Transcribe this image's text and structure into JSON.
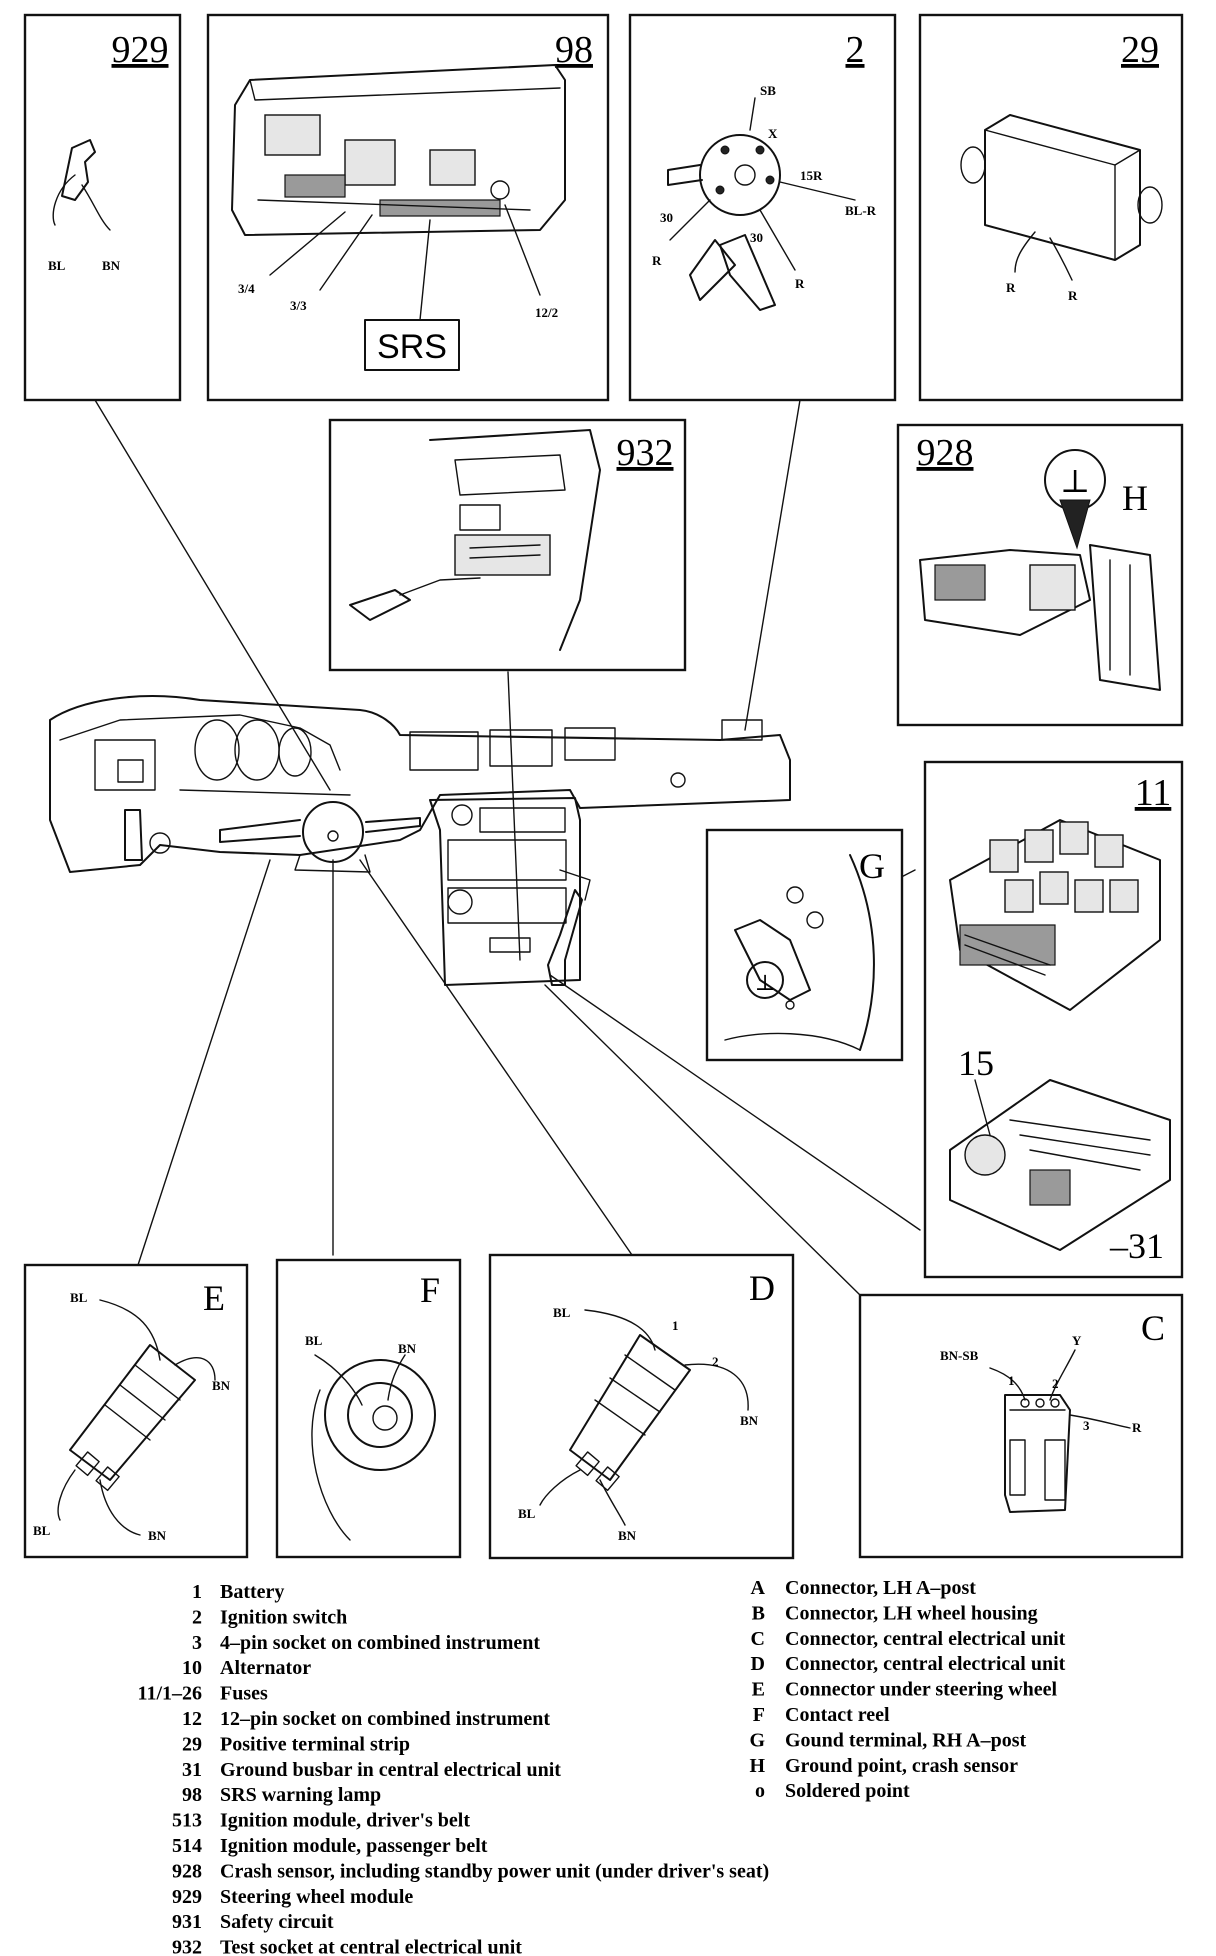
{
  "panels": {
    "p929": {
      "number": "929",
      "wires": [
        "BL",
        "BN"
      ]
    },
    "p98": {
      "number": "98",
      "pins": [
        "3/4",
        "3/3",
        "12/2"
      ],
      "box_label": "SRS"
    },
    "p2": {
      "number": "2",
      "labels": [
        "SB",
        "X",
        "15R",
        "BL-R",
        "30",
        "R",
        "30",
        "R"
      ]
    },
    "p29": {
      "number": "29",
      "wires": [
        "R",
        "R"
      ]
    },
    "p932": {
      "number": "932"
    },
    "p928": {
      "number": "928",
      "ground_label": "H",
      "ground_symbol": "⊥"
    },
    "p11": {
      "number": "11",
      "sub_number": "15",
      "busbar": "–31"
    },
    "pG": {
      "letter": "G",
      "ground_symbol": "⊥"
    },
    "pE": {
      "letter": "E",
      "wires": [
        "BL",
        "BN",
        "BL",
        "BN"
      ]
    },
    "pF": {
      "letter": "F",
      "wires": [
        "BL",
        "BN"
      ]
    },
    "pD": {
      "letter": "D",
      "wires": [
        "BL",
        "1",
        "2",
        "BN",
        "BL",
        "BN"
      ]
    },
    "pC": {
      "letter": "C",
      "wires": [
        "BN-SB",
        "Y",
        "1",
        "2",
        "3",
        "R"
      ]
    }
  },
  "legend_numbers": [
    {
      "key": "1",
      "text": "Battery"
    },
    {
      "key": "2",
      "text": "Ignition switch"
    },
    {
      "key": "3",
      "text": "4–pin socket on combined instrument"
    },
    {
      "key": "10",
      "text": "Alternator"
    },
    {
      "key": "11/1–26",
      "text": "Fuses"
    },
    {
      "key": "12",
      "text": "12–pin socket on combined instrument"
    },
    {
      "key": "29",
      "text": "Positive terminal strip"
    },
    {
      "key": "31",
      "text": "Ground busbar in central electrical unit"
    },
    {
      "key": "98",
      "text": "SRS warning lamp"
    },
    {
      "key": "513",
      "text": "Ignition module, driver's belt"
    },
    {
      "key": "514",
      "text": "Ignition module, passenger belt"
    },
    {
      "key": "928",
      "text": "Crash sensor, including standby power unit (under driver's seat)"
    },
    {
      "key": "929",
      "text": "Steering wheel module"
    },
    {
      "key": "931",
      "text": "Safety circuit"
    },
    {
      "key": "932",
      "text": "Test socket at central electrical unit"
    }
  ],
  "legend_letters": [
    {
      "key": "A",
      "text": "Connector, LH A–post"
    },
    {
      "key": "B",
      "text": "Connector, LH wheel housing"
    },
    {
      "key": "C",
      "text": "Connector, central electrical unit"
    },
    {
      "key": "D",
      "text": "Connector, central electrical unit"
    },
    {
      "key": "E",
      "text": "Connector under steering wheel"
    },
    {
      "key": "F",
      "text": "Contact reel"
    },
    {
      "key": "G",
      "text": "Gound terminal, RH A–post"
    },
    {
      "key": "H",
      "text": "Ground point, crash sensor"
    },
    {
      "key": "o",
      "text": "Soldered point"
    }
  ]
}
